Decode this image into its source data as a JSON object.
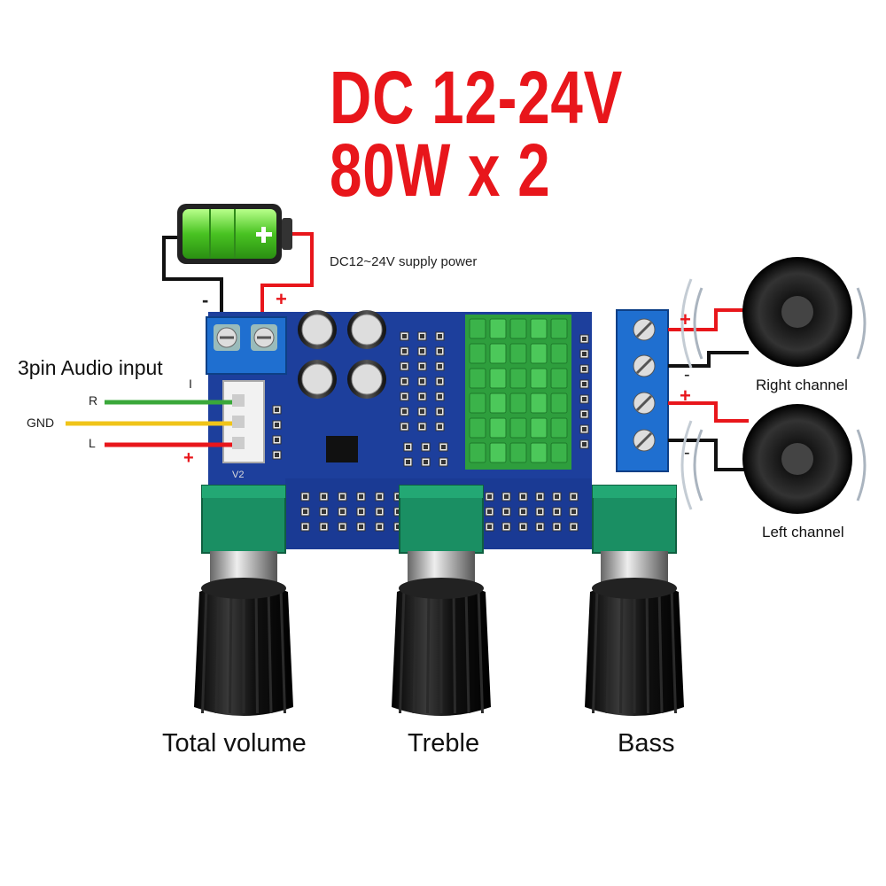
{
  "header": {
    "voltage": "DC 12-24V",
    "power": "80W x 2"
  },
  "supply": {
    "label": "DC12~24V  supply power",
    "minus": "-",
    "plus": "+"
  },
  "audio_input": {
    "title": "3pin Audio input",
    "r": "R",
    "gnd": "GND",
    "l": "L",
    "mark_top": "I",
    "mark_plus": "+"
  },
  "board": {
    "silk_v2": "V2"
  },
  "speakers": {
    "right": "Right channel",
    "left": "Left channel",
    "r_plus": "+",
    "r_minus": "-",
    "l_plus": "+",
    "l_minus": "-"
  },
  "knobs": {
    "volume": "Total volume",
    "treble": "Treble",
    "bass": "Bass"
  },
  "colors": {
    "title": "#e8161b",
    "board": "#1d3f9c",
    "terminal": "#1f6fd0",
    "heatsink": "#3bb34a",
    "knob": "#111111",
    "pot": "#1a8f63",
    "wire_red": "#e8161b",
    "wire_green": "#3aa83a",
    "wire_yellow": "#f0c419"
  }
}
